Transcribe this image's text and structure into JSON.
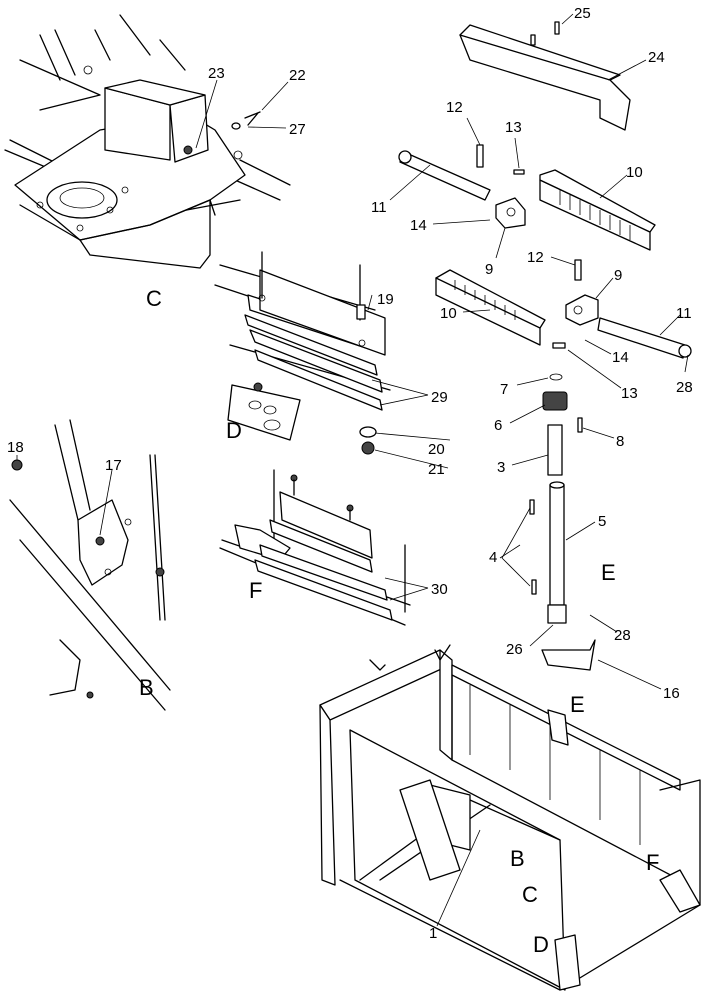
{
  "callouts": {
    "n1": "1",
    "n3": "3",
    "n4": "4",
    "n5": "5",
    "n6": "6",
    "n7": "7",
    "n8": "8",
    "n9a": "9",
    "n9b": "9",
    "n10a": "10",
    "n10b": "10",
    "n11a": "11",
    "n11b": "11",
    "n12a": "12",
    "n12b": "12",
    "n13a": "13",
    "n13b": "13",
    "n14a": "14",
    "n14b": "14",
    "n16": "16",
    "n17": "17",
    "n18": "18",
    "n19": "19",
    "n20": "20",
    "n21": "21",
    "n22": "22",
    "n23": "23",
    "n24": "24",
    "n25": "25",
    "n26": "26",
    "n27": "27",
    "n28a": "28",
    "n28b": "28",
    "n29": "29",
    "n30": "30"
  },
  "view_labels": {
    "B": "B",
    "C": "C",
    "D": "D",
    "E": "E",
    "F": "F",
    "frame_B": "B",
    "frame_C": "C",
    "frame_D": "D",
    "frame_E": "E",
    "frame_F": "F"
  }
}
